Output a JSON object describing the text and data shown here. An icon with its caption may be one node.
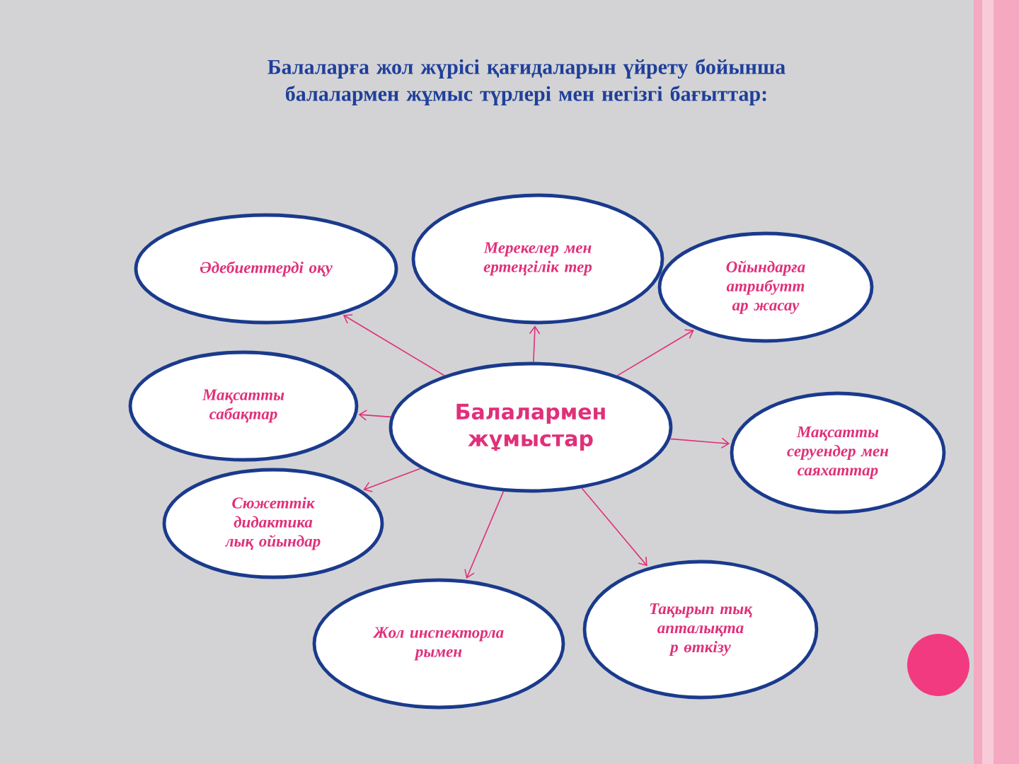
{
  "diagram": {
    "title": "Балаларға  жол жүрісі қағидаларын үйрету бойынша балалармен  жұмыс түрлері мен негізгі бағыттар:",
    "nodes": [
      {
        "text": [
          "Әдебиеттерді оқу"
        ]
      },
      {
        "text": [
          "Мерекелер мен ертеңгілік тер"
        ]
      },
      {
        "text": [
          "Ойындарға атрибутт ар жасау"
        ]
      },
      {
        "text": [
          "Мақсатты сабақтар"
        ]
      },
      {
        "text": [
          "Балалармен жұмыстар"
        ]
      },
      {
        "text": [
          "Мақсатты серуендер мен саяхаттар"
        ]
      },
      {
        "text": [
          "Сюжеттік дидактика лық ойындар"
        ]
      },
      {
        "text": [
          "Жол инспекторла рымен"
        ]
      },
      {
        "text": [
          "Тақырып тық апталықта р өткізу"
        ]
      }
    ],
    "edges": [
      {
        "from": 4,
        "to": 0,
        "arrow": "to"
      },
      {
        "from": 4,
        "to": 1,
        "arrow": "to"
      },
      {
        "from": 4,
        "to": 2,
        "arrow": "to"
      },
      {
        "from": 4,
        "to": 3,
        "arrow": "to"
      },
      {
        "from": 4,
        "to": 5,
        "arrow": "to"
      },
      {
        "from": 4,
        "to": 6,
        "arrow": "to"
      },
      {
        "from": 4,
        "to": 7,
        "arrow": "to"
      },
      {
        "from": 4,
        "to": 8,
        "arrow": "to"
      }
    ]
  }
}
